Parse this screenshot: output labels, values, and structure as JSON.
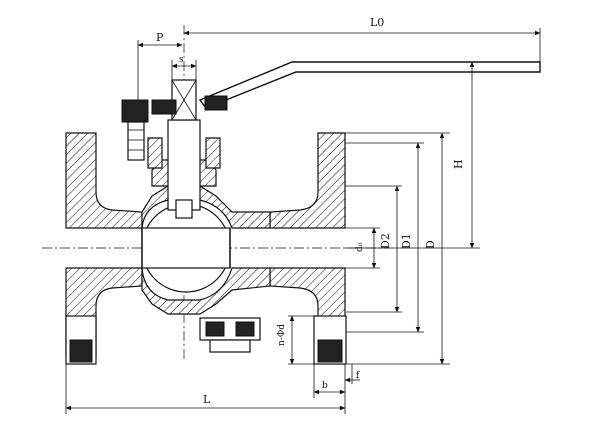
{
  "labels": {
    "L0": "L0",
    "P": "P",
    "s": "s",
    "H": "H",
    "d0": "d₀",
    "D2": "D2",
    "D1": "D1",
    "D": "D",
    "n_phi_d": "n-Φd",
    "L": "L",
    "b": "b",
    "f": "f"
  }
}
